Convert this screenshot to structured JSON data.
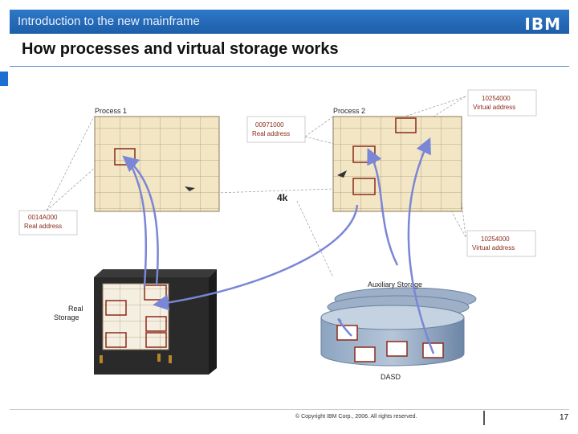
{
  "header": {
    "course_title": "Introduction to the new mainframe",
    "logo_text": "IBM"
  },
  "slide": {
    "title": "How processes and virtual storage works"
  },
  "diagram": {
    "process1_label": "Process 1",
    "process2_label": "Process 2",
    "page_size_label": "4k",
    "real_storage_label_line1": "Real",
    "real_storage_label_line2": "Storage",
    "auxiliary_storage_label": "Auxiliary Storage",
    "dasd_label": "DASD",
    "callouts": {
      "top_virtual": {
        "address": "10254000",
        "caption": "Virtual address"
      },
      "mid_real": {
        "address": "00971000",
        "caption": "Real address"
      },
      "left_real": {
        "address": "0014A000",
        "caption": "Real address"
      },
      "right_virtual": {
        "address": "10254000",
        "caption": "Virtual address"
      }
    }
  },
  "footer": {
    "copyright": "© Copyright IBM Corp., 2006. All rights reserved.",
    "page_number": "17"
  },
  "colors": {
    "banner": "#1d5ea8",
    "grid_fill": "#f3e6c4",
    "page_box": "#8b2a1a",
    "arrow": "#7a86d6",
    "dasd": "#7f98b6"
  }
}
